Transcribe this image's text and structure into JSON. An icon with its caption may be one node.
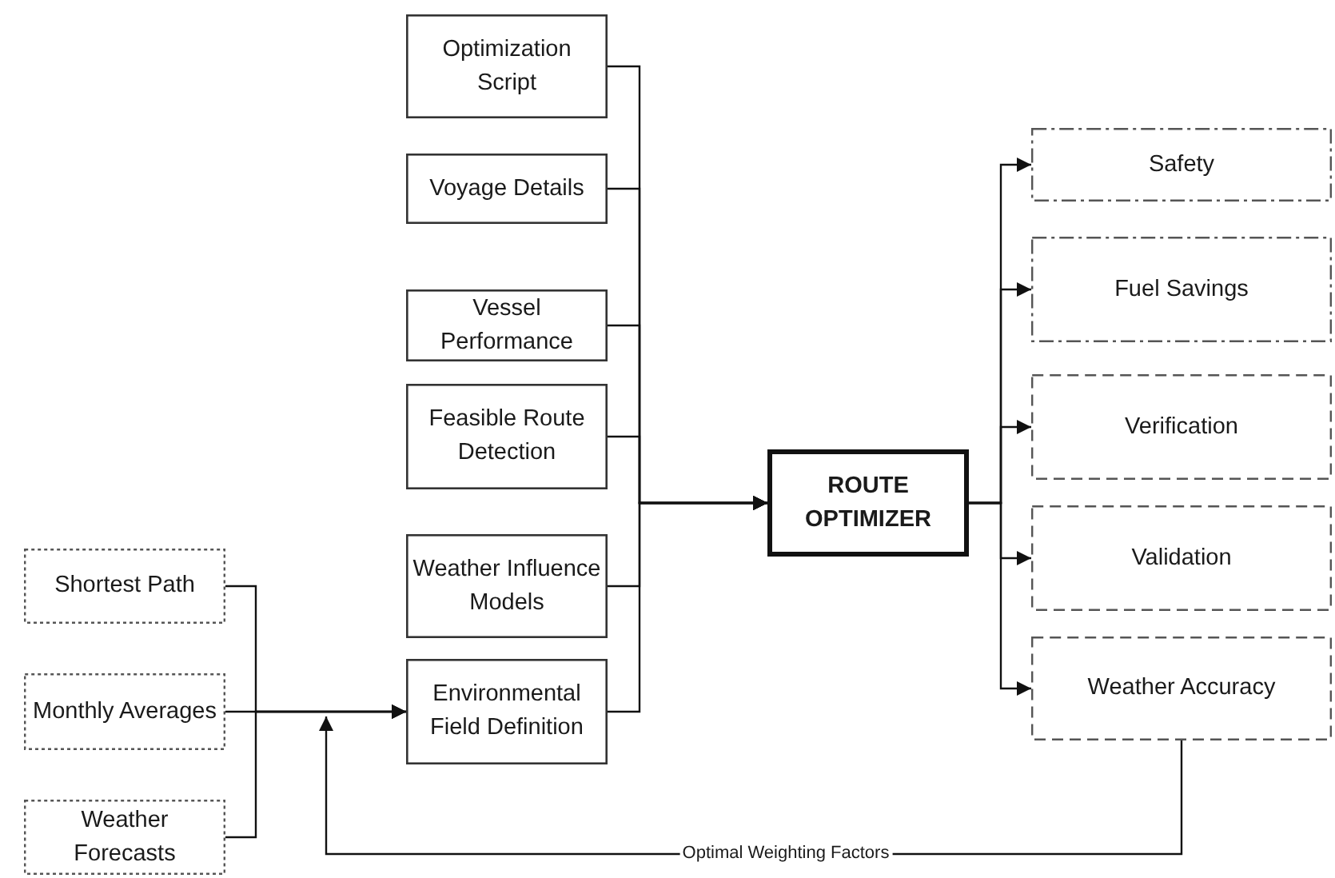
{
  "diagram": {
    "nodes": [
      {
        "text": [
          "Optimization Script"
        ]
      },
      {
        "text": [
          "Voyage Details"
        ]
      },
      {
        "text": [
          "Vessel Performance"
        ]
      },
      {
        "text": [
          "Feasible Route Detection"
        ]
      },
      {
        "text": [
          "Weather Influence Models"
        ]
      },
      {
        "text": [
          "Environmental Field Definition"
        ]
      },
      {
        "text": [
          "ROUTE OPTIMIZER"
        ]
      },
      {
        "text": [
          "Safety"
        ]
      },
      {
        "text": [
          "Fuel Savings"
        ]
      },
      {
        "text": [
          "Verification"
        ]
      },
      {
        "text": [
          "Validation"
        ]
      },
      {
        "text": [
          "Weather Accuracy"
        ]
      },
      {
        "text": [
          "Shortest Path"
        ]
      },
      {
        "text": [
          "Monthly Averages"
        ]
      },
      {
        "text": [
          "Weather Forecasts"
        ]
      }
    ],
    "edges": [
      {
        "from": 0,
        "to": 6,
        "arrow": "to"
      },
      {
        "from": 1,
        "to": 6,
        "arrow": "to"
      },
      {
        "from": 2,
        "to": 6,
        "arrow": "to"
      },
      {
        "from": 3,
        "to": 6,
        "arrow": "to"
      },
      {
        "from": 4,
        "to": 6,
        "arrow": "to"
      },
      {
        "from": 5,
        "to": 6,
        "arrow": "to"
      },
      {
        "from": 6,
        "to": 7,
        "arrow": "to"
      },
      {
        "from": 6,
        "to": 8,
        "arrow": "to"
      },
      {
        "from": 6,
        "to": 9,
        "arrow": "to"
      },
      {
        "from": 6,
        "to": 10,
        "arrow": "to"
      },
      {
        "from": 6,
        "to": 11,
        "arrow": "to"
      },
      {
        "from": 12,
        "to": 5,
        "arrow": "to"
      },
      {
        "from": 13,
        "to": 5,
        "arrow": "to"
      },
      {
        "from": 14,
        "to": 5,
        "arrow": "to"
      },
      {
        "from": 11,
        "to": 5,
        "arrow": "to",
        "label": "Optimal Weighting Factors"
      }
    ]
  }
}
